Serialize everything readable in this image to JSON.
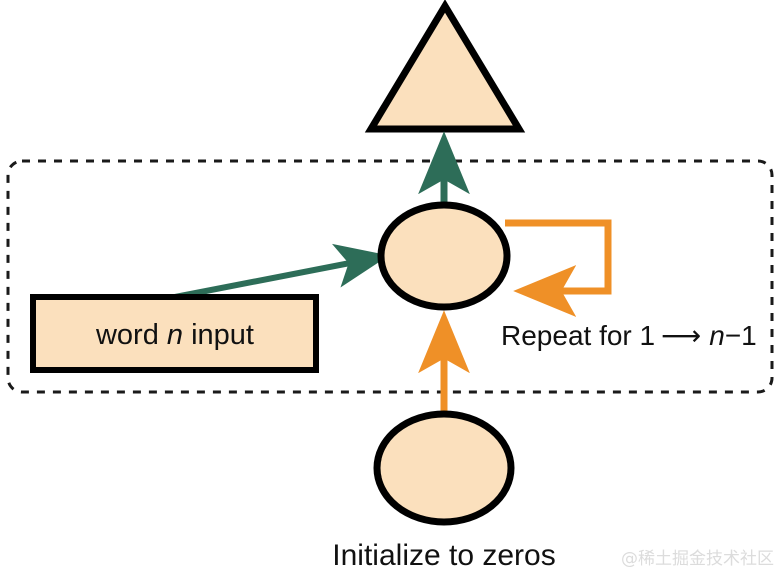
{
  "diagram": {
    "title": "RNN unrolled loop diagram",
    "colors": {
      "shape_fill": "#FBE0BD",
      "shape_stroke": "#000000",
      "green_arrow": "#2D6D58",
      "orange_arrow": "#EF9027",
      "dashed_border": "#1A1A1A",
      "text": "#111111",
      "watermark": "#DCDCDC",
      "background": "#FFFFFF"
    },
    "nodes": {
      "output_triangle": {
        "name": "output-triangle",
        "shape": "triangle",
        "label": ""
      },
      "rnn_cell": {
        "name": "rnn-cell-ellipse",
        "shape": "ellipse",
        "label": ""
      },
      "init_state": {
        "name": "initial-state-ellipse",
        "shape": "ellipse",
        "label": "Initialize to zeros"
      },
      "word_input": {
        "name": "word-input-box",
        "shape": "rectangle",
        "label_prefix": "word ",
        "label_italic": "n",
        "label_suffix": " input"
      }
    },
    "edges": {
      "input_to_cell": {
        "name": "word-input-to-cell-arrow",
        "color": "#2D6D58"
      },
      "cell_to_output": {
        "name": "cell-to-output-arrow",
        "color": "#2D6D58"
      },
      "init_to_cell": {
        "name": "initial-state-to-cell-arrow",
        "color": "#EF9027"
      },
      "self_loop": {
        "name": "recurrent-self-loop-arrow",
        "color": "#EF9027",
        "label_prefix": "Repeat for 1",
        "label_arrow": "⟶",
        "label_italic": "n",
        "label_suffix": "−1"
      }
    },
    "group_box": {
      "name": "unrolled-step-group",
      "style": "dashed"
    },
    "watermark": {
      "text": "@稀土掘金技术社区"
    }
  }
}
